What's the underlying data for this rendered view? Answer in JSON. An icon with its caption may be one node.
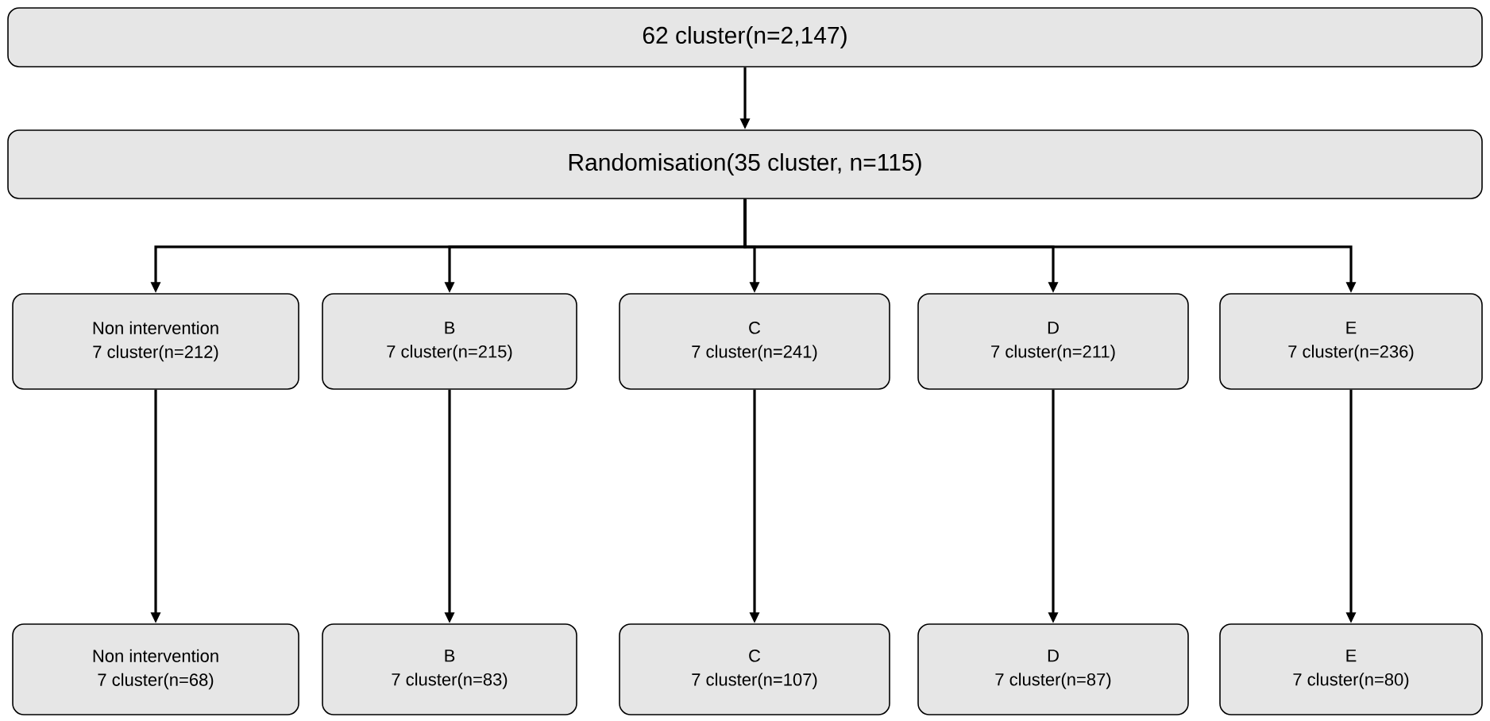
{
  "diagram": {
    "nodes": [
      {
        "text": [
          "62 cluster(n=2,147)"
        ]
      },
      {
        "text": [
          "Randomisation(35 cluster, n=115)"
        ]
      },
      {
        "text": [
          "Non intervention",
          "7 cluster(n=212)"
        ]
      },
      {
        "text": [
          "B",
          "7 cluster(n=215)"
        ]
      },
      {
        "text": [
          "C",
          "7 cluster(n=241)"
        ]
      },
      {
        "text": [
          "D",
          "7 cluster(n=211)"
        ]
      },
      {
        "text": [
          "E",
          "7 cluster(n=236)"
        ]
      },
      {
        "text": [
          "Non intervention",
          "7 cluster(n=68)"
        ]
      },
      {
        "text": [
          "B",
          "7 cluster(n=83)"
        ]
      },
      {
        "text": [
          "C",
          "7 cluster(n=107)"
        ]
      },
      {
        "text": [
          "D",
          "7 cluster(n=87)"
        ]
      },
      {
        "text": [
          "E",
          "7 cluster(n=80)"
        ]
      }
    ],
    "edges": [
      {
        "from": 0,
        "to": 1,
        "arrow": "to"
      },
      {
        "from": 1,
        "to": 2,
        "arrow": "to"
      },
      {
        "from": 1,
        "to": 3,
        "arrow": "to"
      },
      {
        "from": 1,
        "to": 4,
        "arrow": "to"
      },
      {
        "from": 1,
        "to": 5,
        "arrow": "to"
      },
      {
        "from": 1,
        "to": 6,
        "arrow": "to"
      },
      {
        "from": 2,
        "to": 7,
        "arrow": "to"
      },
      {
        "from": 3,
        "to": 8,
        "arrow": "to"
      },
      {
        "from": 4,
        "to": 9,
        "arrow": "to"
      },
      {
        "from": 5,
        "to": 10,
        "arrow": "to"
      },
      {
        "from": 6,
        "to": 11,
        "arrow": "to"
      }
    ]
  }
}
